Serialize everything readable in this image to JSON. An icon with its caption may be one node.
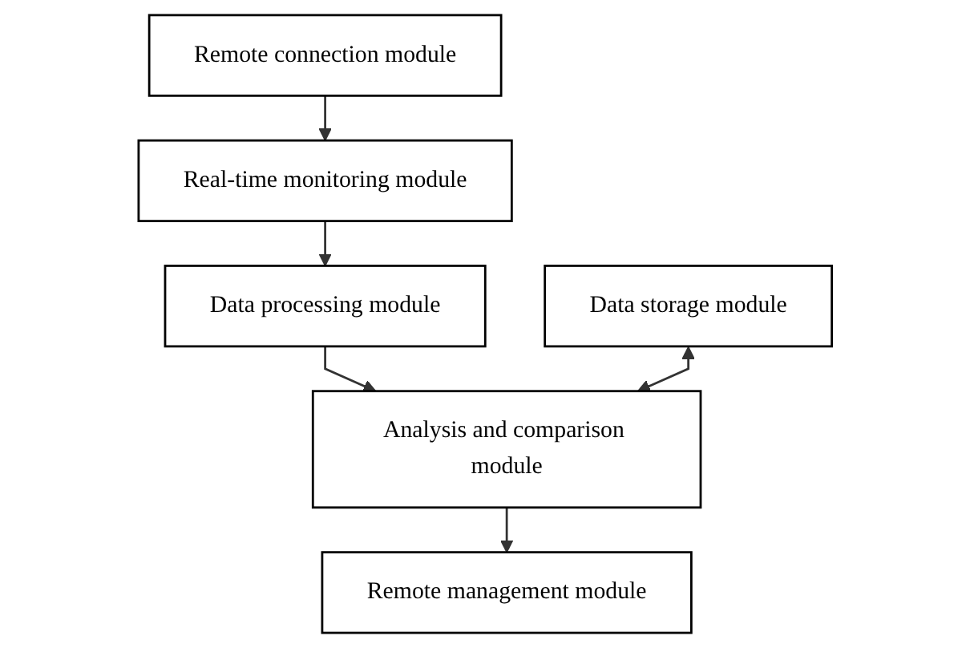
{
  "diagram": {
    "nodes": [
      {
        "text": [
          "Remote connection module"
        ]
      },
      {
        "text": [
          "Real-time monitoring module"
        ]
      },
      {
        "text": [
          "Data processing module"
        ]
      },
      {
        "text": [
          "Analysis and comparison module"
        ]
      },
      {
        "text": [
          "Data storage module"
        ]
      },
      {
        "text": [
          "Remote management module"
        ]
      }
    ],
    "edges": [
      {
        "from": 0,
        "to": 1,
        "arrow": "to"
      },
      {
        "from": 1,
        "to": 2,
        "arrow": "to"
      },
      {
        "from": 2,
        "to": 3,
        "arrow": "to"
      },
      {
        "from": 4,
        "to": 3,
        "arrow": "both"
      },
      {
        "from": 3,
        "to": 5,
        "arrow": "to"
      }
    ]
  }
}
